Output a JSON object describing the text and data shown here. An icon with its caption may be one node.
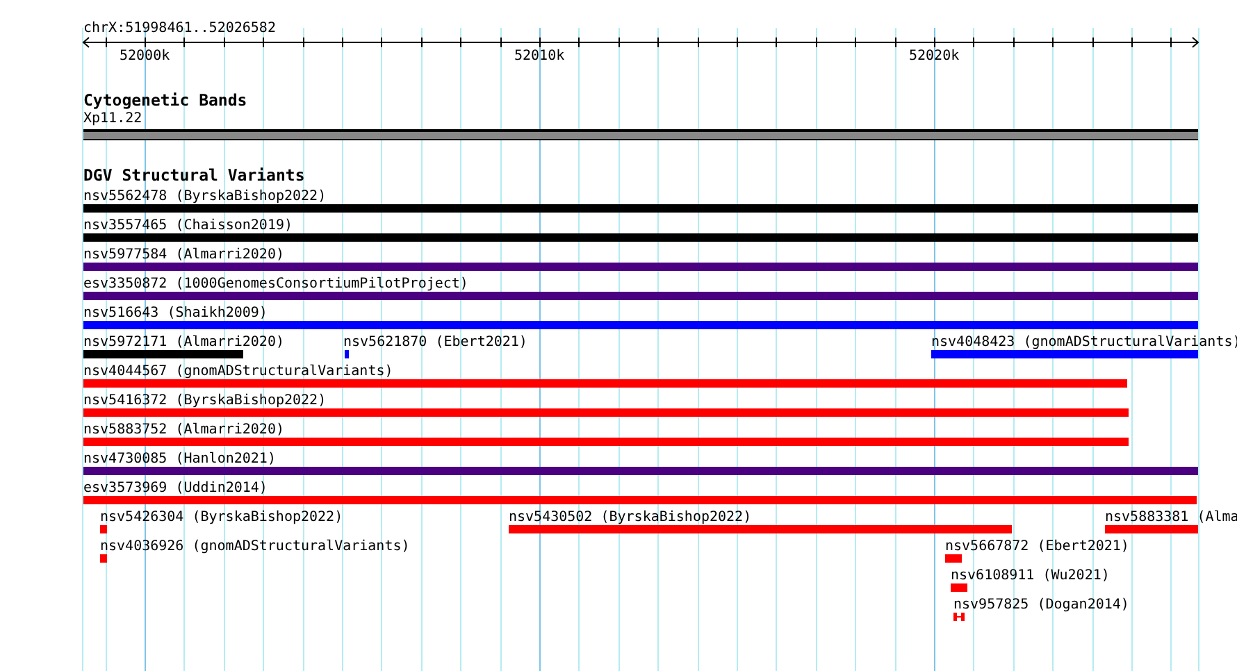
{
  "diagram": {
    "title": "chrX:51998461..52026582",
    "nodes": [
      {
        "text": [
          "Xp11.22"
        ]
      },
      {
        "text": [
          "nsv5562478 (ByrskaBishop2022)"
        ]
      },
      {
        "text": [
          "nsv3557465 (Chaisson2019)"
        ]
      },
      {
        "text": [
          "nsv5977584 (Almarri2020)"
        ]
      },
      {
        "text": [
          "esv3350872 (1000GenomesConsortiumPilotProject)"
        ]
      },
      {
        "text": [
          "nsv516643 (Shaikh2009)"
        ]
      },
      {
        "text": [
          "nsv5972171 (Almarri2020)"
        ]
      },
      {
        "text": [
          "nsv5621870 (Ebert2021)"
        ]
      },
      {
        "text": [
          "nsv4048423 (gnomADStructuralVariants)"
        ]
      },
      {
        "text": [
          "nsv4044567 (gnomADStructuralVariants)"
        ]
      },
      {
        "text": [
          "nsv5416372 (ByrskaBishop2022)"
        ]
      },
      {
        "text": [
          "nsv5883752 (Almarri2020)"
        ]
      },
      {
        "text": [
          "nsv4730085 (Hanlon2021)"
        ]
      },
      {
        "text": [
          "esv3573969 (Uddin2014)"
        ]
      },
      {
        "text": [
          "nsv5426304 (ByrskaBishop2022)"
        ]
      },
      {
        "text": [
          "nsv5430502 (ByrskaBishop2022)"
        ]
      },
      {
        "text": [
          "nsv5883381 (Alma"
        ]
      },
      {
        "text": [
          "nsv4036926 (gnomADStructuralVariants)"
        ]
      },
      {
        "text": [
          "nsv5667872 (Ebert2021)"
        ]
      },
      {
        "text": [
          "nsv6108911 (Wu2021)"
        ]
      },
      {
        "text": [
          "nsv957825 (Dogan2014)"
        ]
      }
    ],
    "labels": [
      "52000k",
      "52010k",
      "52020k",
      "Cytogenetic Bands",
      "DGV Structural Variants"
    ]
  }
}
